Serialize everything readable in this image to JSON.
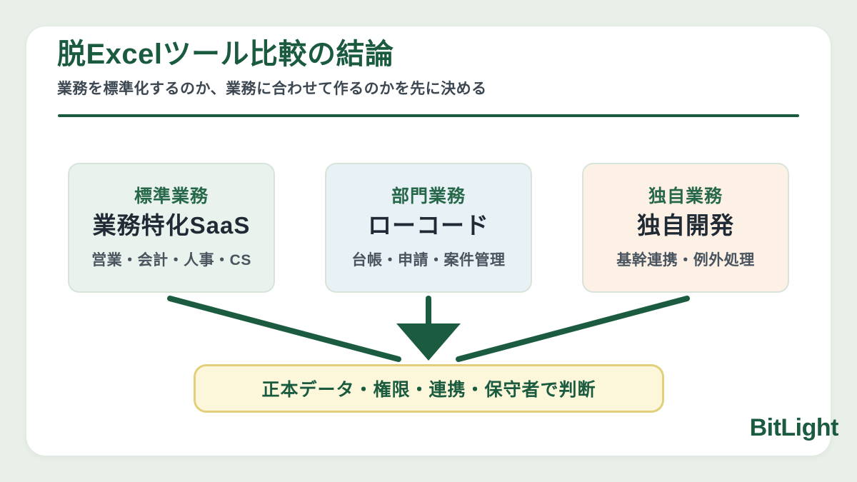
{
  "colors": {
    "page_bg": "#e9efe9",
    "slide_bg": "#ffffff",
    "brand_green": "#1a5b40",
    "label_green": "#27684a",
    "heading_dark": "#202a35",
    "body_gray": "#49545f",
    "subtitle_gray": "#3d4752",
    "card_border": "#d6e4da",
    "card_saas_bg": "#e9f2ec",
    "card_lowcode_bg": "#e8f1f6",
    "card_custom_bg": "#fdf1e6",
    "conclusion_bg": "#fcf7da",
    "conclusion_border": "#e3cf7b",
    "arrow_green": "#1b5c41"
  },
  "header": {
    "title": "脱Excelツール比較の結論",
    "subtitle": "業務を標準化するのか、業務に合わせて作るのかを先に決める"
  },
  "cards": [
    {
      "category": "標準業務",
      "tool": "業務特化SaaS",
      "examples": "営業・会計・人事・CS"
    },
    {
      "category": "部門業務",
      "tool": "ローコード",
      "examples": "台帳・申請・案件管理"
    },
    {
      "category": "独自業務",
      "tool": "独自開発",
      "examples": "基幹連携・例外処理"
    }
  ],
  "conclusion": {
    "text": "正本データ・権限・連携・保守者で判断"
  },
  "logo": {
    "text": "BitLight"
  }
}
